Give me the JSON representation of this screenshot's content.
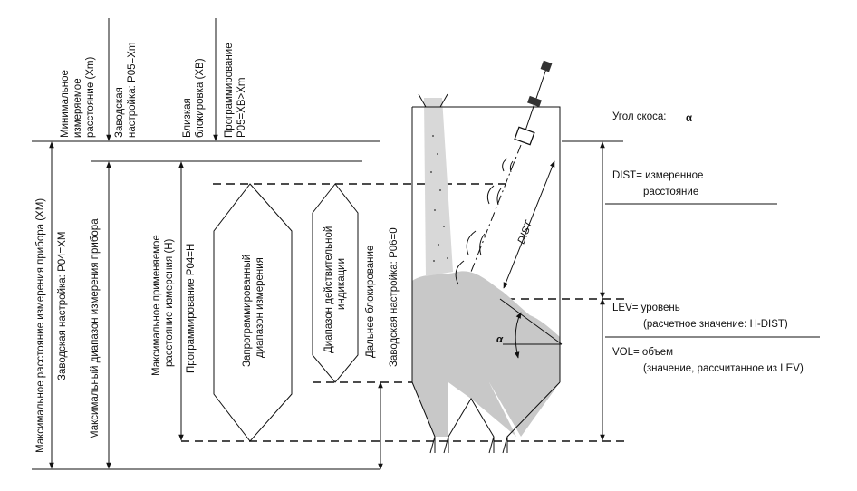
{
  "labels": {
    "min_dist_line1": "Минимальное",
    "min_dist_line2": "измеряемое",
    "min_dist_line3": "расстояние (Xm)",
    "factory_p05_line1": "Заводская",
    "factory_p05_line2": "настройка: P05=Xm",
    "near_block_line1": "Близкая",
    "near_block_line2": "блокировка (XB)",
    "prog_p05_line1": "Программирование",
    "prog_p05_line2": "P05=XB>Xm",
    "max_dist": "Максимальное расстояние измерения прибора (XM)",
    "factory_p04": "Заводская настройка:  P04=XM",
    "max_range": "Максимальный диапазон измерения прибора",
    "max_usable_line1": "Максимальное применяемое",
    "max_usable_line2": "расстояние измерения (H)",
    "prog_p04": "Программирование P04=H",
    "prog_range_line1": "Запрограммированный",
    "prog_range_line2": "диапазон измерения",
    "indication_line1": "Диапазон действительной",
    "indication_line2": "индикации",
    "far_block": "Дальнее блокирование",
    "factory_p06": "Заводская настройка: P06=0",
    "dist_arrow": "DIST",
    "alpha": "α",
    "tilt_label": "Угол скоса:",
    "tilt_symbol": "α",
    "dist_def_line1": "DIST= измеренное",
    "dist_def_line2": "расстояние",
    "lev_line1": "LEV= уровень",
    "lev_line2": "(расчетное значение: H-DIST)",
    "vol_line1": "VOL= объем",
    "vol_line2": "(значение, рассчитанное из LEV)"
  }
}
